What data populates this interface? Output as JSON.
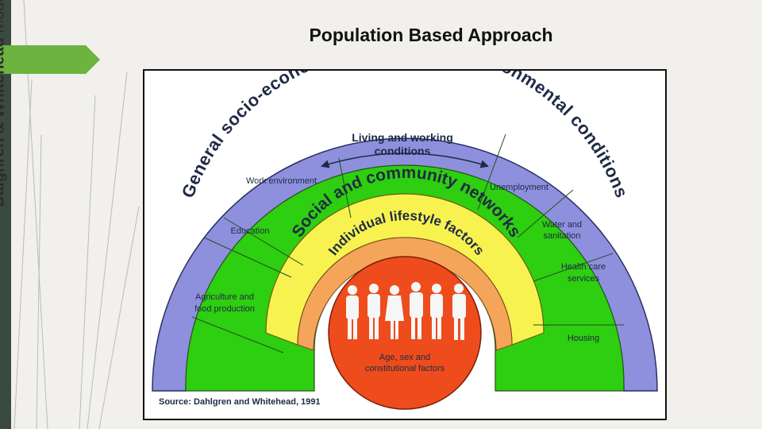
{
  "slide": {
    "title": "Population Based Approach",
    "side_title_bold": "Dalghren & Whitehead",
    "side_title_normal": " Model"
  },
  "diagram": {
    "outer_band": "General socio-economic, cultural and environmental conditions",
    "living_working": "Living and working conditions",
    "left_sectors": [
      "Work environment",
      "Education",
      "Agriculture and food production"
    ],
    "right_sectors": [
      "Unemployment",
      "Water and sanitation",
      "Health care services",
      "Housing"
    ],
    "community_band": "Social and community networks",
    "lifestyle_band": "Individual lifestyle factors",
    "core": "Age, sex and constitutional factors",
    "source": "Source: Dahlgren and Whitehead, 1991"
  },
  "colors": {
    "outer": "#8e90dd",
    "green": "#2ece10",
    "yellow": "#f7f250",
    "orange": "#f4a55a",
    "core": "#ee4c1c",
    "accent_green": "#6db33f"
  }
}
